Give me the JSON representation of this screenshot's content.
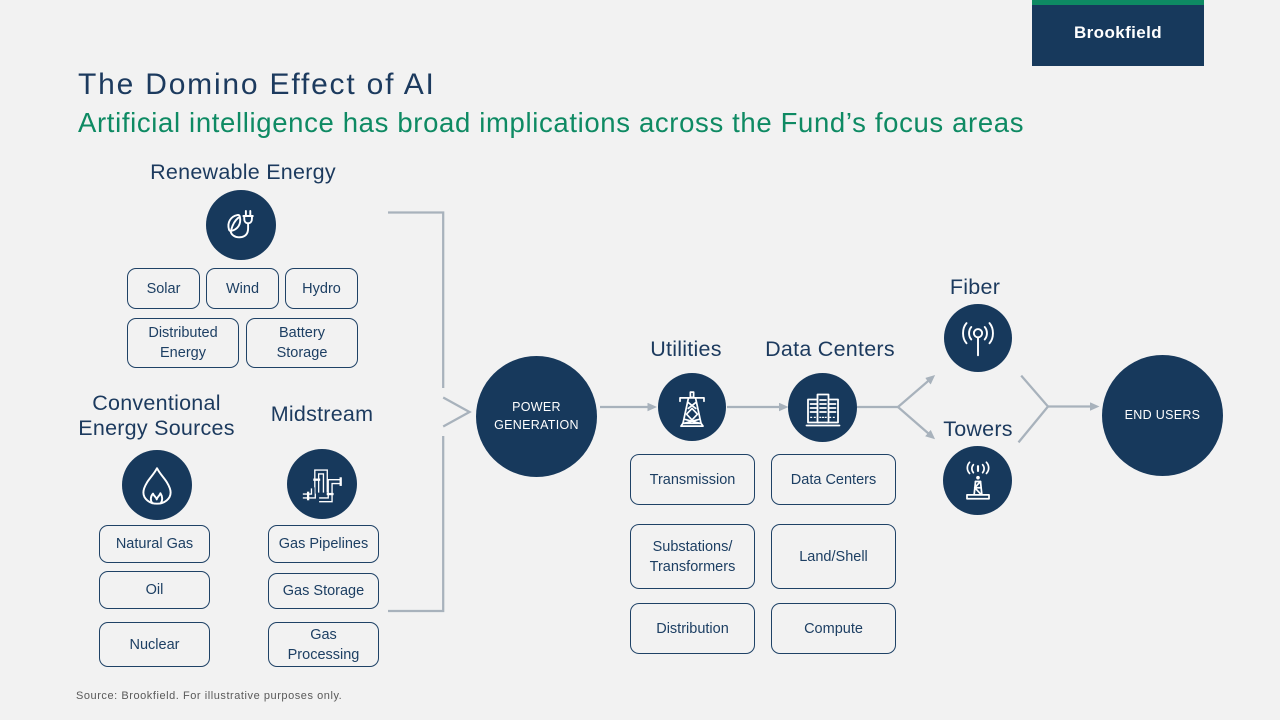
{
  "header": {
    "title": "The Domino Effect of AI",
    "subtitle": "Artificial intelligence has broad implications across the Fund’s focus areas",
    "logo_text": "Brookfield"
  },
  "colors": {
    "background": "#f2f2f2",
    "navy": "#17395c",
    "green": "#0e8a63",
    "connector_gray": "#a8b2bc",
    "box_border": "#1f4266",
    "box_text": "#1d3f63",
    "source_gray": "#595959"
  },
  "groups": {
    "renewable": {
      "label": "Renewable Energy",
      "icon": "leaf-plug-icon",
      "items": [
        "Solar",
        "Wind",
        "Hydro",
        "Distributed Energy",
        "Battery\nStorage"
      ]
    },
    "conventional": {
      "label": "Conventional Energy Sources",
      "icon": "flame-icon",
      "items": [
        "Natural Gas",
        "Oil",
        "Nuclear"
      ]
    },
    "midstream": {
      "label": "Midstream",
      "icon": "pipeline-icon",
      "items": [
        "Gas Pipelines",
        "Gas Storage",
        "Gas Processing"
      ]
    },
    "utilities": {
      "label": "Utilities",
      "icon": "transmission-tower-icon",
      "items": [
        "Transmission",
        "Substations/\nTransformers",
        "Distribution"
      ]
    },
    "data_centers": {
      "label": "Data Centers",
      "icon": "server-racks-icon",
      "items": [
        "Data Centers",
        "Land/Shell",
        "Compute"
      ]
    },
    "fiber": {
      "label": "Fiber",
      "icon": "broadcast-antenna-icon"
    },
    "towers": {
      "label": "Towers",
      "icon": "cell-tower-icon"
    }
  },
  "nodes": {
    "power_generation": "POWER GENERATION",
    "end_users": "END USERS"
  },
  "flow": [
    {
      "from": "Renewable Energy / Conventional Energy Sources / Midstream",
      "to": "POWER GENERATION"
    },
    {
      "from": "POWER GENERATION",
      "to": "Utilities"
    },
    {
      "from": "Utilities",
      "to": "Data Centers"
    },
    {
      "from": "Data Centers",
      "to": "Fiber"
    },
    {
      "from": "Data Centers",
      "to": "Towers"
    },
    {
      "from": "Fiber / Towers",
      "to": "END USERS"
    }
  ],
  "footer": {
    "source_note": "Source: Brookfield. For illustrative purposes only."
  }
}
